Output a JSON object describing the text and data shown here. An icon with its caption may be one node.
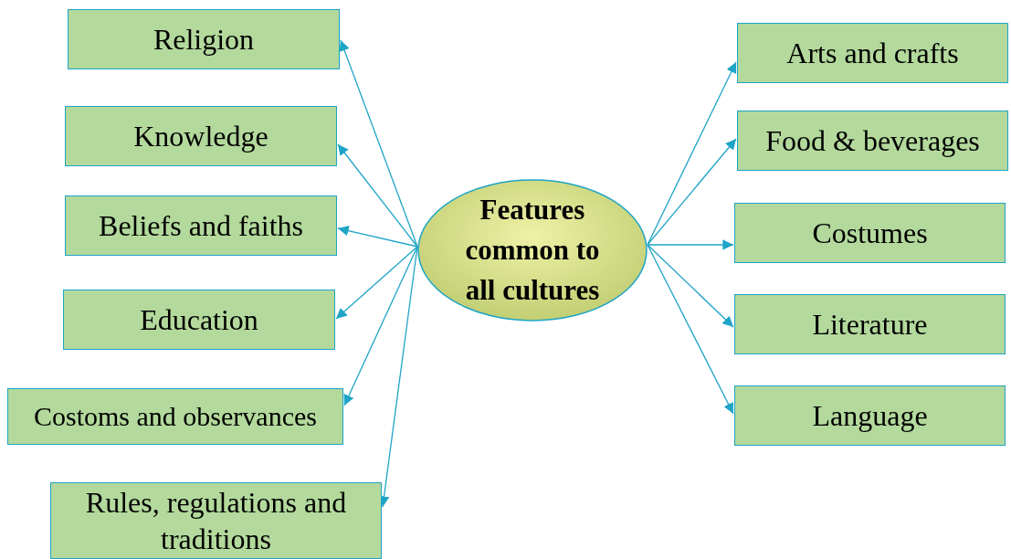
{
  "diagram": {
    "nodes": [
      {
        "text": [
          "Features common to all cultures"
        ]
      },
      {
        "text": [
          "Religion"
        ]
      },
      {
        "text": [
          "Knowledge"
        ]
      },
      {
        "text": [
          "Beliefs and faiths"
        ]
      },
      {
        "text": [
          "Education"
        ]
      },
      {
        "text": [
          "Costoms and observances"
        ]
      },
      {
        "text": [
          "Rules, regulations and traditions"
        ]
      },
      {
        "text": [
          "Arts and crafts"
        ]
      },
      {
        "text": [
          "Food & beverages"
        ]
      },
      {
        "text": [
          "Costumes"
        ]
      },
      {
        "text": [
          "Literature"
        ]
      },
      {
        "text": [
          "Language"
        ]
      }
    ],
    "edges": [
      {
        "from": 0,
        "to": 1,
        "arrow": "to"
      },
      {
        "from": 0,
        "to": 2,
        "arrow": "to"
      },
      {
        "from": 0,
        "to": 3,
        "arrow": "to"
      },
      {
        "from": 0,
        "to": 4,
        "arrow": "to"
      },
      {
        "from": 0,
        "to": 5,
        "arrow": "to"
      },
      {
        "from": 0,
        "to": 6,
        "arrow": "to"
      },
      {
        "from": 0,
        "to": 7,
        "arrow": "to"
      },
      {
        "from": 0,
        "to": 8,
        "arrow": "to"
      },
      {
        "from": 0,
        "to": 9,
        "arrow": "to"
      },
      {
        "from": 0,
        "to": 10,
        "arrow": "to"
      },
      {
        "from": 0,
        "to": 11,
        "arrow": "to"
      }
    ]
  }
}
